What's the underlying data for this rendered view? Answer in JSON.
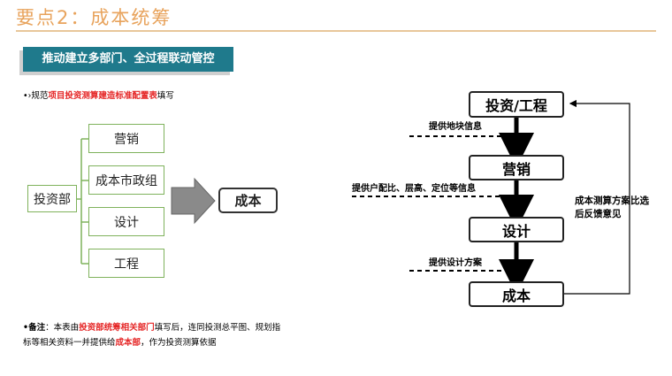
{
  "header": {
    "title": "要点2：成本统筹"
  },
  "banner": {
    "text": "推动建立多部门、全过程联动管控"
  },
  "instruction": {
    "prefix": "•›规范",
    "highlight": "项目投资测算建造标准配置表",
    "suffix": "填写"
  },
  "org_tree": {
    "root": "投资部",
    "branches": [
      "营销",
      "成本市政组",
      "设计",
      "工程"
    ],
    "target": "成本"
  },
  "footnote": {
    "label": "•备注",
    "part1": "：本表由",
    "highlight1": "投资部统筹相关部门",
    "part2": "填写后，连同投测总平图、规划指标等相关资料一并提供给",
    "highlight2": "成本部",
    "part3": "，作为投资测算依据"
  },
  "flow": {
    "nodes": [
      "投资/工程",
      "营销",
      "设计",
      "成本"
    ],
    "inputs": [
      "提供地块信息",
      "提供户配比、层高、定位等信息",
      "提供设计方案"
    ],
    "feedback": "成本测算方案比选后反馈意见"
  }
}
